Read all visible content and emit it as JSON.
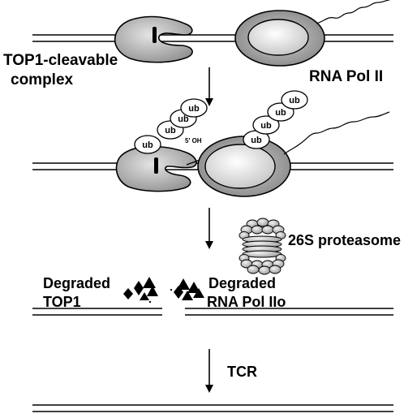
{
  "labels": {
    "top1_complex_line1": "TOP1-cleavable",
    "top1_complex_line2": "complex",
    "rna_pol_ii": "RNA Pol II",
    "oh_label": "5' OH",
    "proteasome": "26S proteasome",
    "degraded_top1_line1": "Degraded",
    "degraded_top1_line2": "TOP1",
    "degraded_pol_line1": "Degraded",
    "degraded_pol_line2": "RNA Pol IIo",
    "tcr": "TCR"
  },
  "ubiquitin_tag": "ub",
  "colors": {
    "ink": "#000000",
    "protein_gray": "#a0a0a0",
    "light_gray": "#d8d8d8",
    "background": "#ffffff"
  }
}
